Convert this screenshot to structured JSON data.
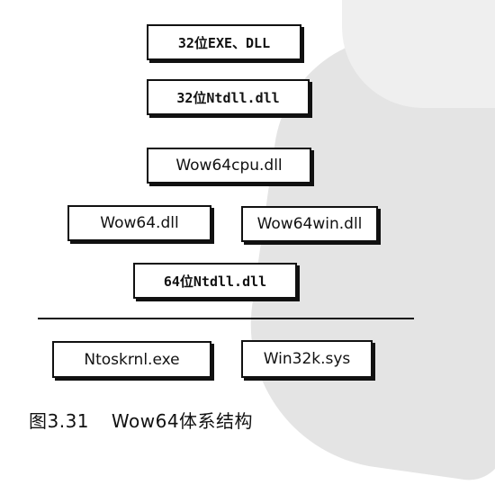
{
  "diagram": {
    "boxes": {
      "exe_dll_32": "32位EXE、DLL",
      "ntdll_32": "32位Ntdll.dll",
      "wow64cpu": "Wow64cpu.dll",
      "wow64": "Wow64.dll",
      "wow64win": "Wow64win.dll",
      "ntdll_64": "64位Ntdll.dll",
      "ntoskrnl": "Ntoskrnl.exe",
      "win32k": "Win32k.sys"
    },
    "caption": {
      "figure_number": "图3.31",
      "title": "Wow64体系结构"
    }
  }
}
